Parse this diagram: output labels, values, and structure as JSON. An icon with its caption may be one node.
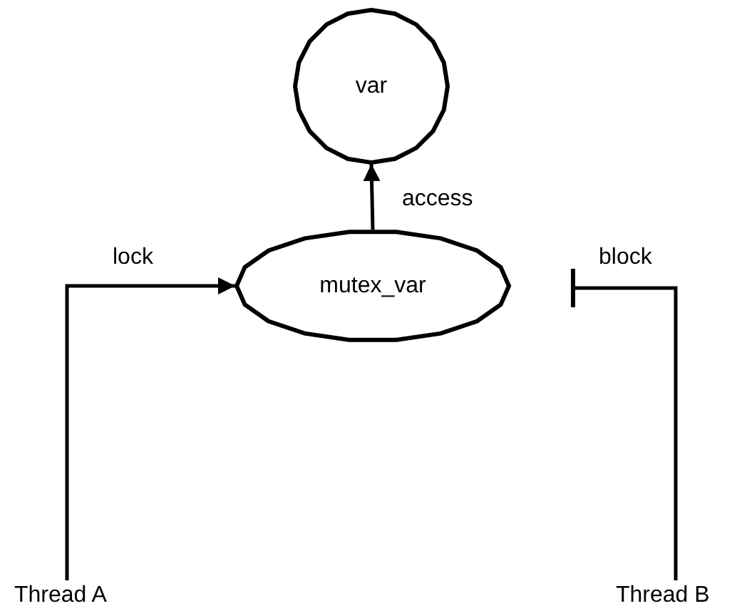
{
  "diagram": {
    "nodes": [
      {
        "text": [
          "var"
        ]
      },
      {
        "text": [
          "mutex_var"
        ]
      },
      {
        "text": [
          "Thread A"
        ]
      },
      {
        "text": [
          "Thread B"
        ]
      }
    ],
    "edges": [
      {
        "from": 1,
        "to": 0,
        "arrow": "to",
        "label": "access"
      },
      {
        "from": 2,
        "to": 1,
        "arrow": "to",
        "label": "lock"
      },
      {
        "from": 3,
        "to": null,
        "arrow": "other",
        "label": "block"
      }
    ]
  }
}
